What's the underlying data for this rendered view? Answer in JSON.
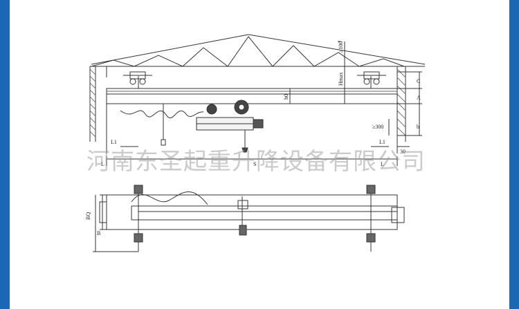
{
  "drawing": {
    "top_view": {
      "dimensions": {
        "h100": "≥100",
        "hmax": "Hmax",
        "h0": "h0",
        "c": "C",
        "a": "A",
        "b": "b",
        "h300": "≥300",
        "l1_left": "L1",
        "l1_right": "L1",
        "s": "S",
        "l_left": "L",
        "l_right": "L",
        "d30": "30"
      }
    },
    "plan_view": {
      "dimensions": {
        "bq": "BQ",
        "b": "B"
      }
    }
  },
  "watermark": "河南东圣起重升降设备有限公司",
  "colors": {
    "border": "#1a68b5",
    "line": "#333333",
    "background": "#ffffff"
  }
}
